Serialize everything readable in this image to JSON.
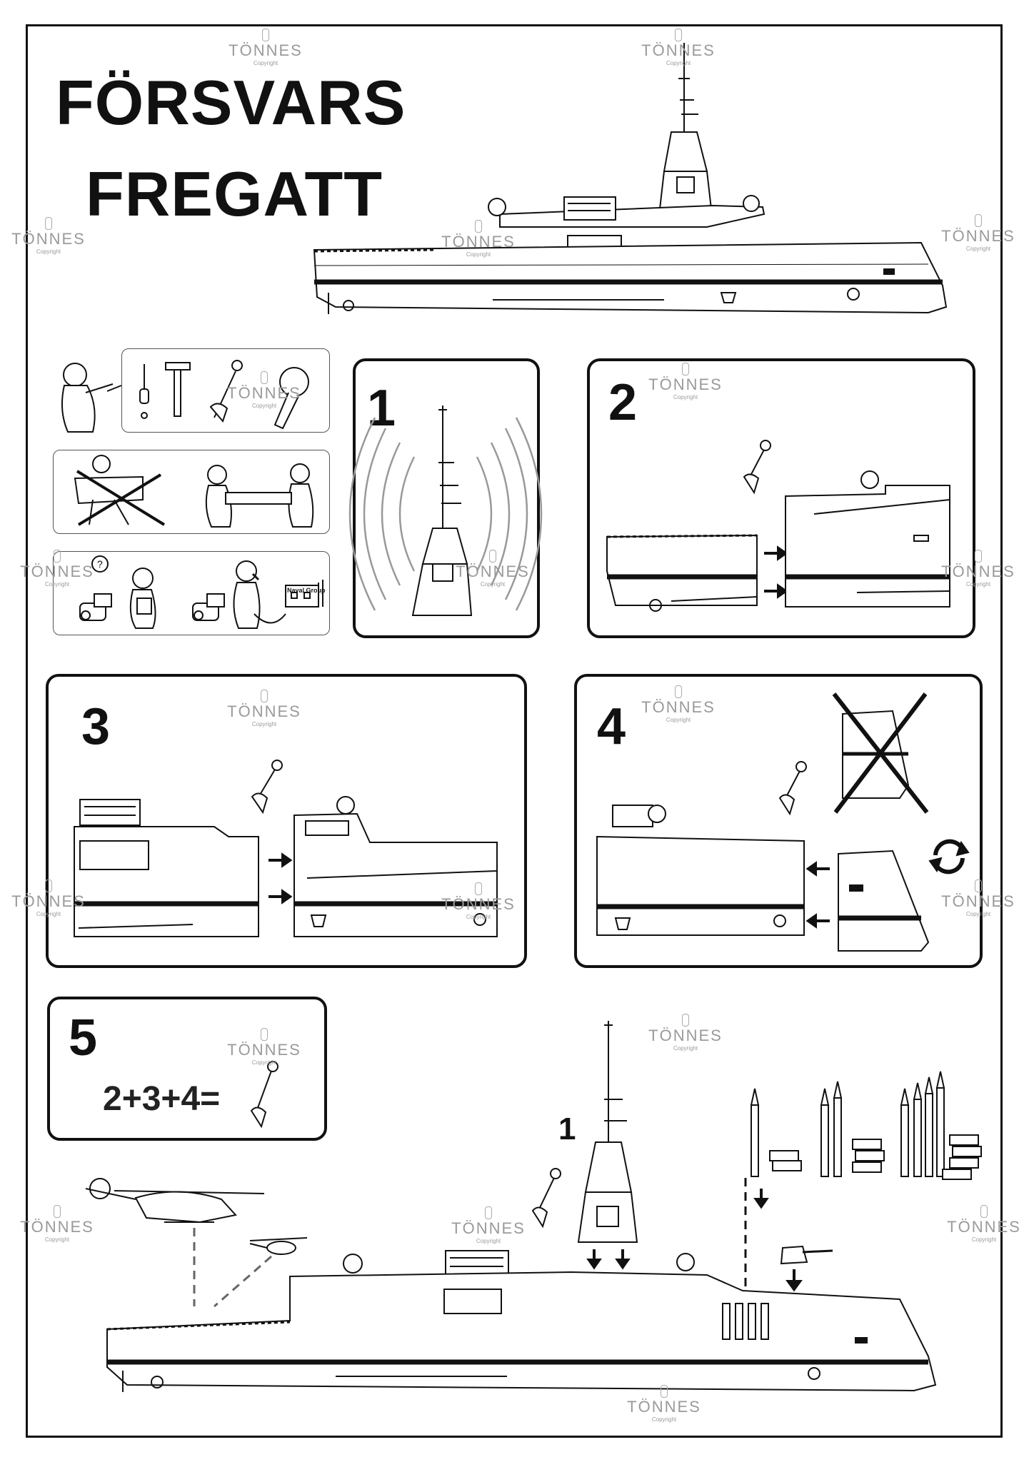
{
  "title": {
    "line1": "FÖRSVARS",
    "line2": "FREGATT"
  },
  "steps": [
    {
      "number": "1"
    },
    {
      "number": "2"
    },
    {
      "number": "3"
    },
    {
      "number": "4"
    },
    {
      "number": "5",
      "formula": "2+3+4="
    }
  ],
  "final_assembly": {
    "mast_label": "1"
  },
  "hints": {
    "box3_sign": "Naval Group",
    "box3_question": "?"
  },
  "watermark": {
    "name": "TÖNNES",
    "sub": "Copyright"
  },
  "icons": {
    "tools": [
      "screwdriver-icon",
      "hammer-icon",
      "wrench-icon",
      "angle-grinder-icon"
    ],
    "rotate": "rotate-arrows-icon"
  }
}
